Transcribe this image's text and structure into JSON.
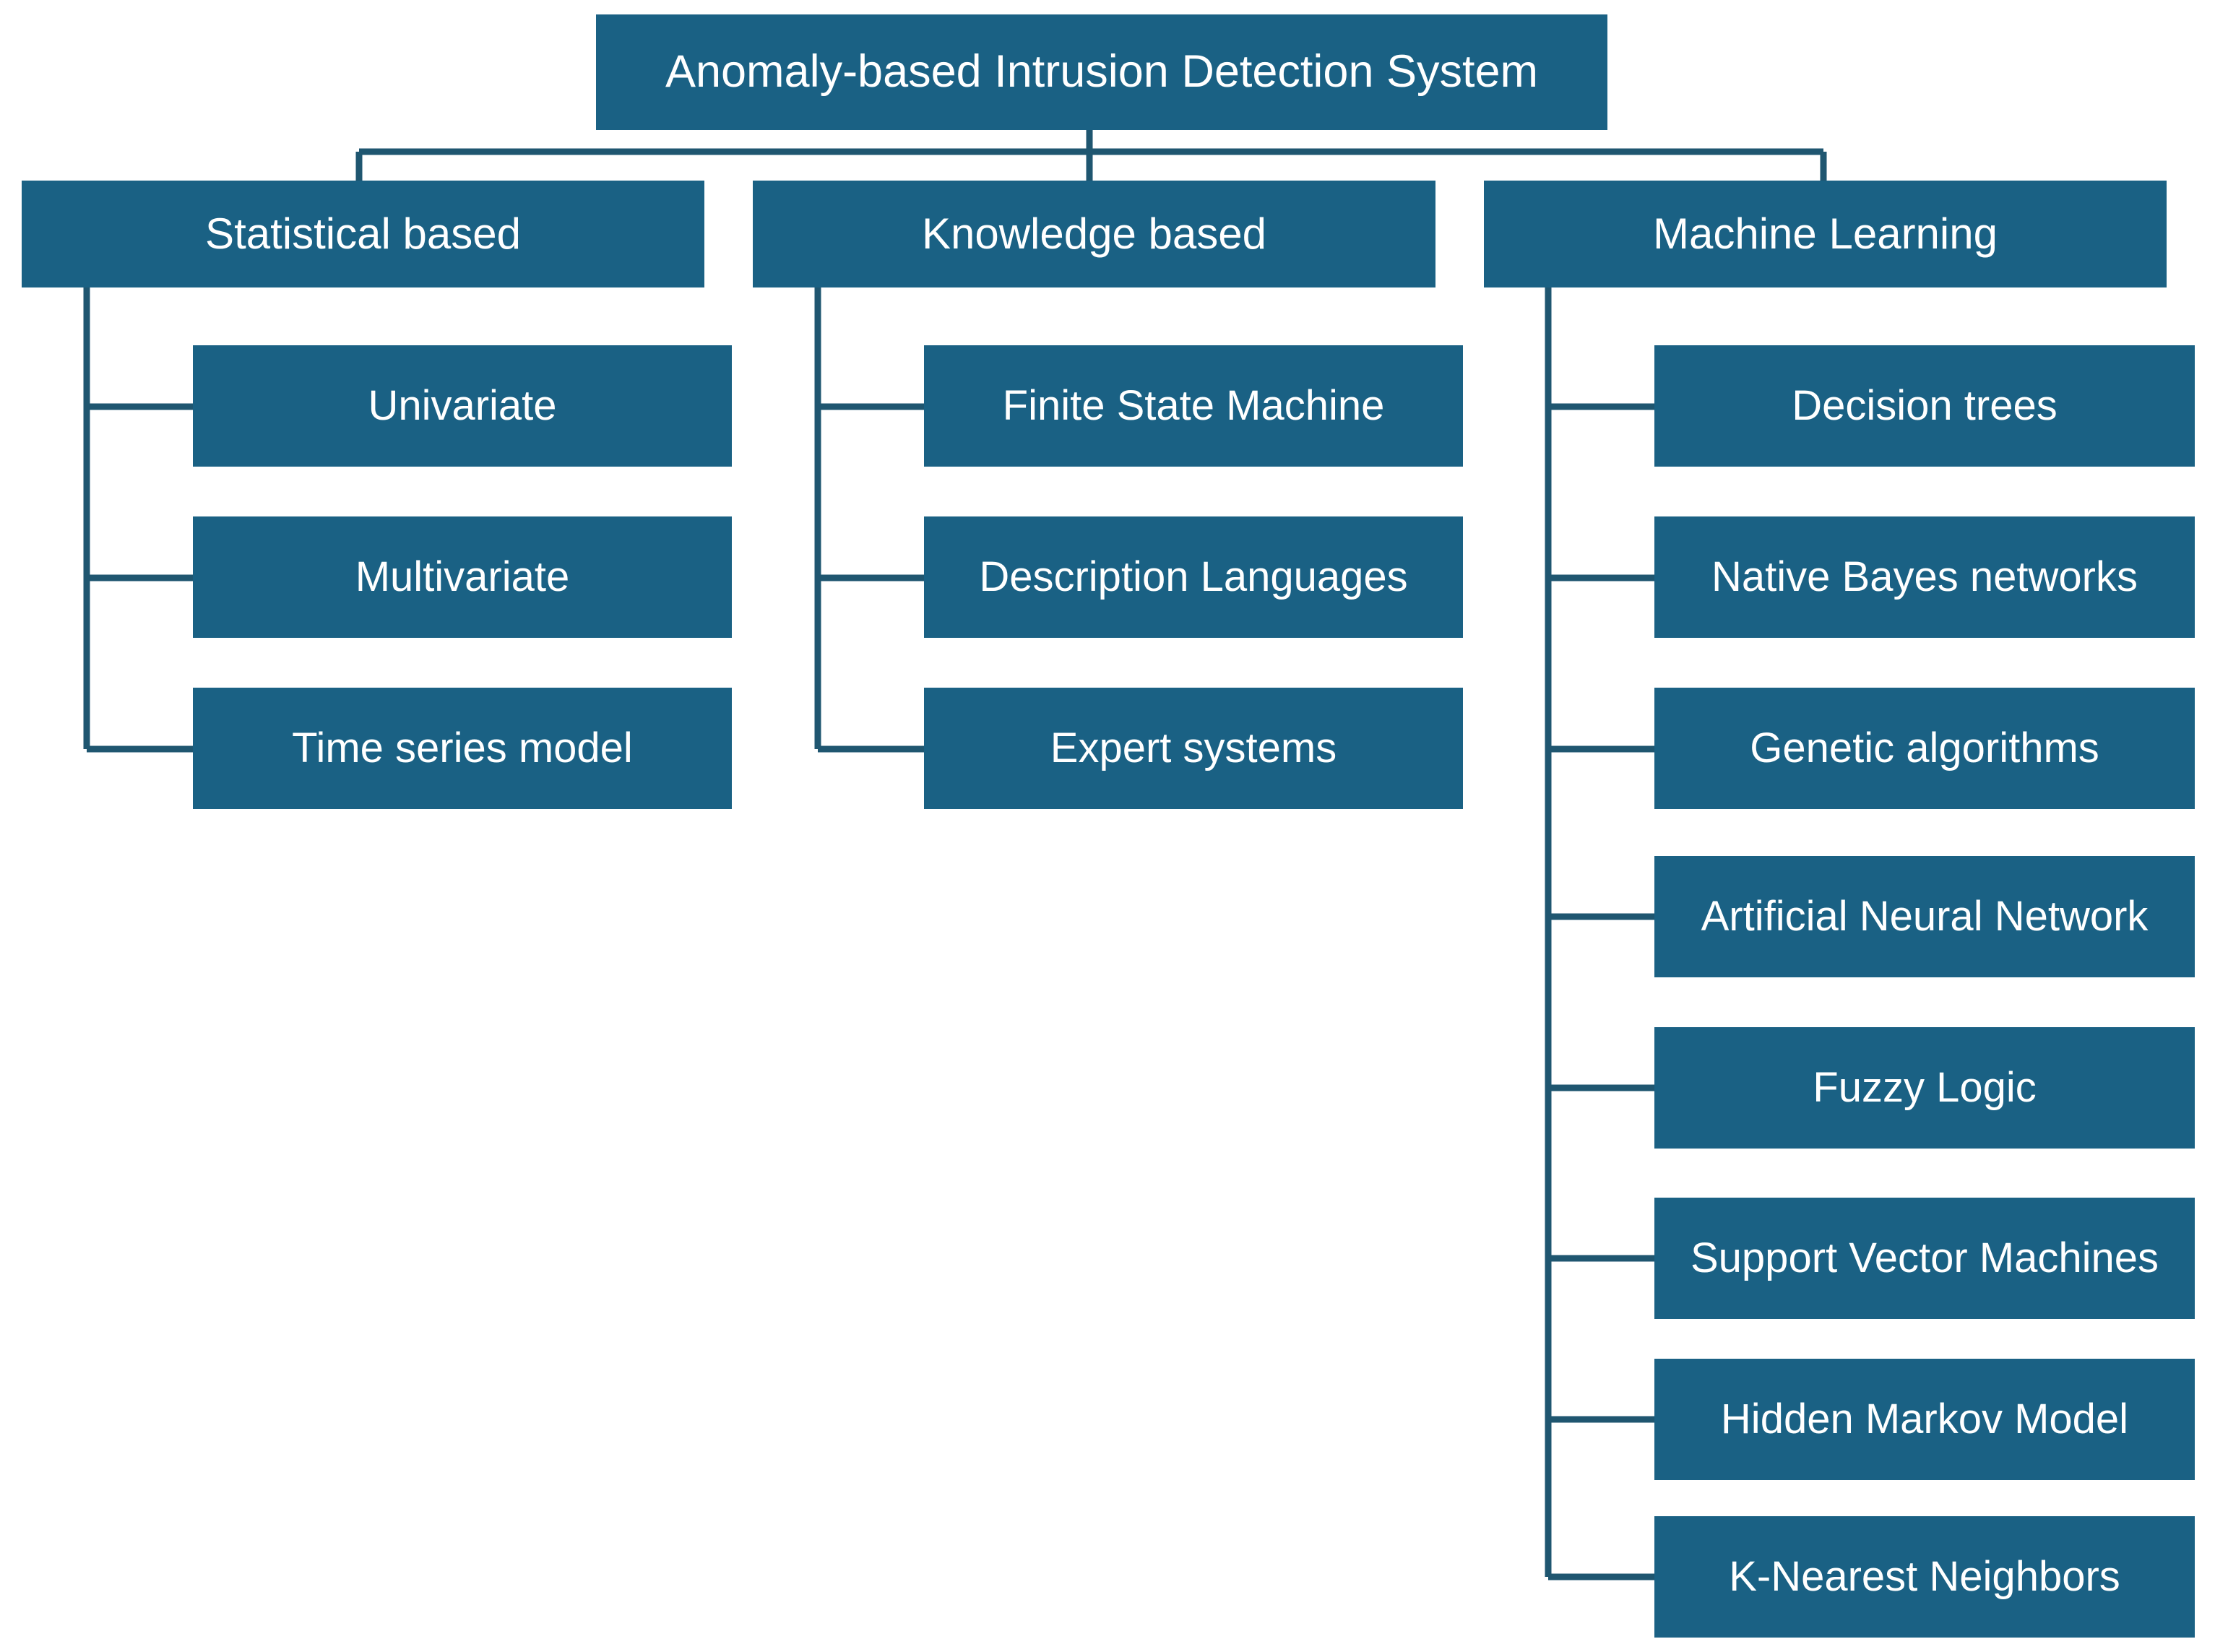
{
  "diagram": {
    "title": "Anomaly-based Intrusion Detection System",
    "type": "hierarchy-tree",
    "colors": {
      "box_fill": "#1A6184",
      "box_text": "#FFFFFF",
      "connector": "#1F5670",
      "background": "#FFFFFF"
    },
    "root": {
      "label": "Anomaly-based Intrusion Detection System"
    },
    "categories": [
      {
        "label": "Statistical based",
        "children": [
          {
            "label": "Univariate"
          },
          {
            "label": "Multivariate"
          },
          {
            "label": "Time series model"
          }
        ]
      },
      {
        "label": "Knowledge based",
        "children": [
          {
            "label": "Finite State Machine"
          },
          {
            "label": "Description Languages"
          },
          {
            "label": "Expert systems"
          }
        ]
      },
      {
        "label": "Machine Learning",
        "children": [
          {
            "label": "Decision trees"
          },
          {
            "label": "Native Bayes networks"
          },
          {
            "label": "Genetic algorithms"
          },
          {
            "label": "Artificial Neural Network"
          },
          {
            "label": "Fuzzy Logic"
          },
          {
            "label": "Support Vector Machines"
          },
          {
            "label": "Hidden Markov Model"
          },
          {
            "label": "K-Nearest Neighbors"
          }
        ]
      }
    ]
  }
}
